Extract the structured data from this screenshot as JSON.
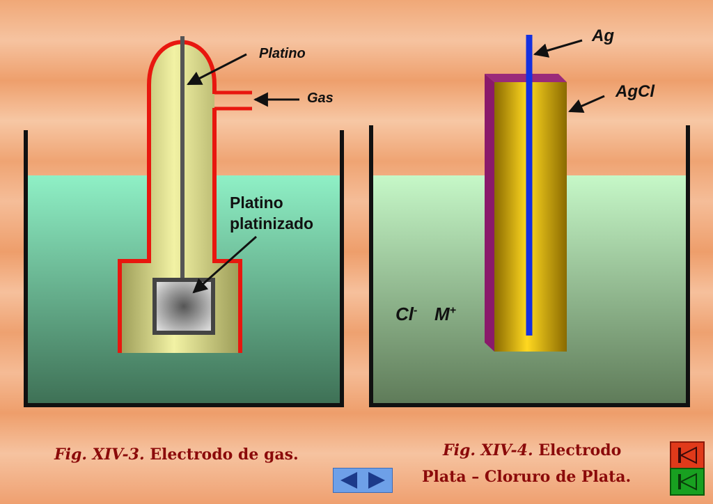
{
  "labels": {
    "platino_top": "Platino",
    "gas": "Gas",
    "platino_platinizado_line1": "Platino",
    "platino_platinizado_line2": "platinizado",
    "ag": "Ag",
    "agcl": "AgCl",
    "cl": "Cl",
    "cl_sup": "-",
    "m": "M",
    "m_sup": "+"
  },
  "captions": {
    "left_fig": "Fig. XIV-3.",
    "left_text": " Electrodo de gas.",
    "right_fig": "Fig. XIV-4.",
    "right_text_line1": " Electrodo",
    "right_text_line2": "Plata – Cloruro de Plata."
  },
  "navigation": {
    "prev_icon": "triangle-left-icon",
    "next_icon": "triangle-right-icon",
    "first_icon": "skip-first-icon",
    "last_icon": "skip-last-icon"
  },
  "colors": {
    "tube_outline": "#e8170f",
    "platinum_wire": "#555555",
    "silver_wire": "#1530e0",
    "agcl_side": "#8a1a6a",
    "caption": "#8b0a0a",
    "first_button": "#e03a1a",
    "last_button": "#18a020",
    "nav_button": "#6ea0e8"
  }
}
